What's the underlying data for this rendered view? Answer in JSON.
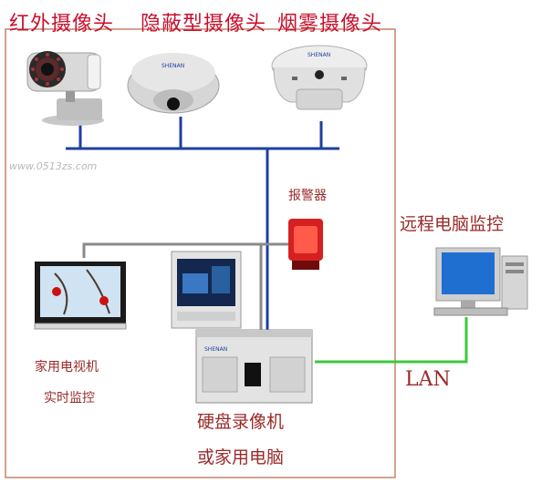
{
  "watermark": "www.0513zs.com",
  "cameras": [
    {
      "label": "红外摄像头",
      "icon": "infrared-camera-icon",
      "brand": ""
    },
    {
      "label": "隐蔽型摄像头",
      "icon": "dome-camera-icon",
      "brand": "SHENAN"
    },
    {
      "label": "烟雾摄像头",
      "icon": "smoke-camera-icon",
      "brand": "SHENAN"
    }
  ],
  "alarm": {
    "label": "报警器",
    "icon": "siren-icon"
  },
  "remote": {
    "label": "远程电脑监控",
    "icon": "desktop-computer-icon"
  },
  "tv": {
    "label_line1": "家用电视机",
    "label_line2": "实时监控",
    "icon": "tv-icon"
  },
  "monitor": {
    "icon": "crt-monitor-icon"
  },
  "recorder": {
    "label_line1": "硬盘录像机",
    "label_line2": "或家用电脑",
    "brand": "SHENAN",
    "icon": "dvr-icon"
  },
  "lan": {
    "label": "LAN"
  },
  "colors": {
    "frame": "#c9826a",
    "bus": "#1f3fa0",
    "gray_link": "#8a8a8a",
    "lan_link": "#3cc83c",
    "label_red": "#c8102e"
  }
}
